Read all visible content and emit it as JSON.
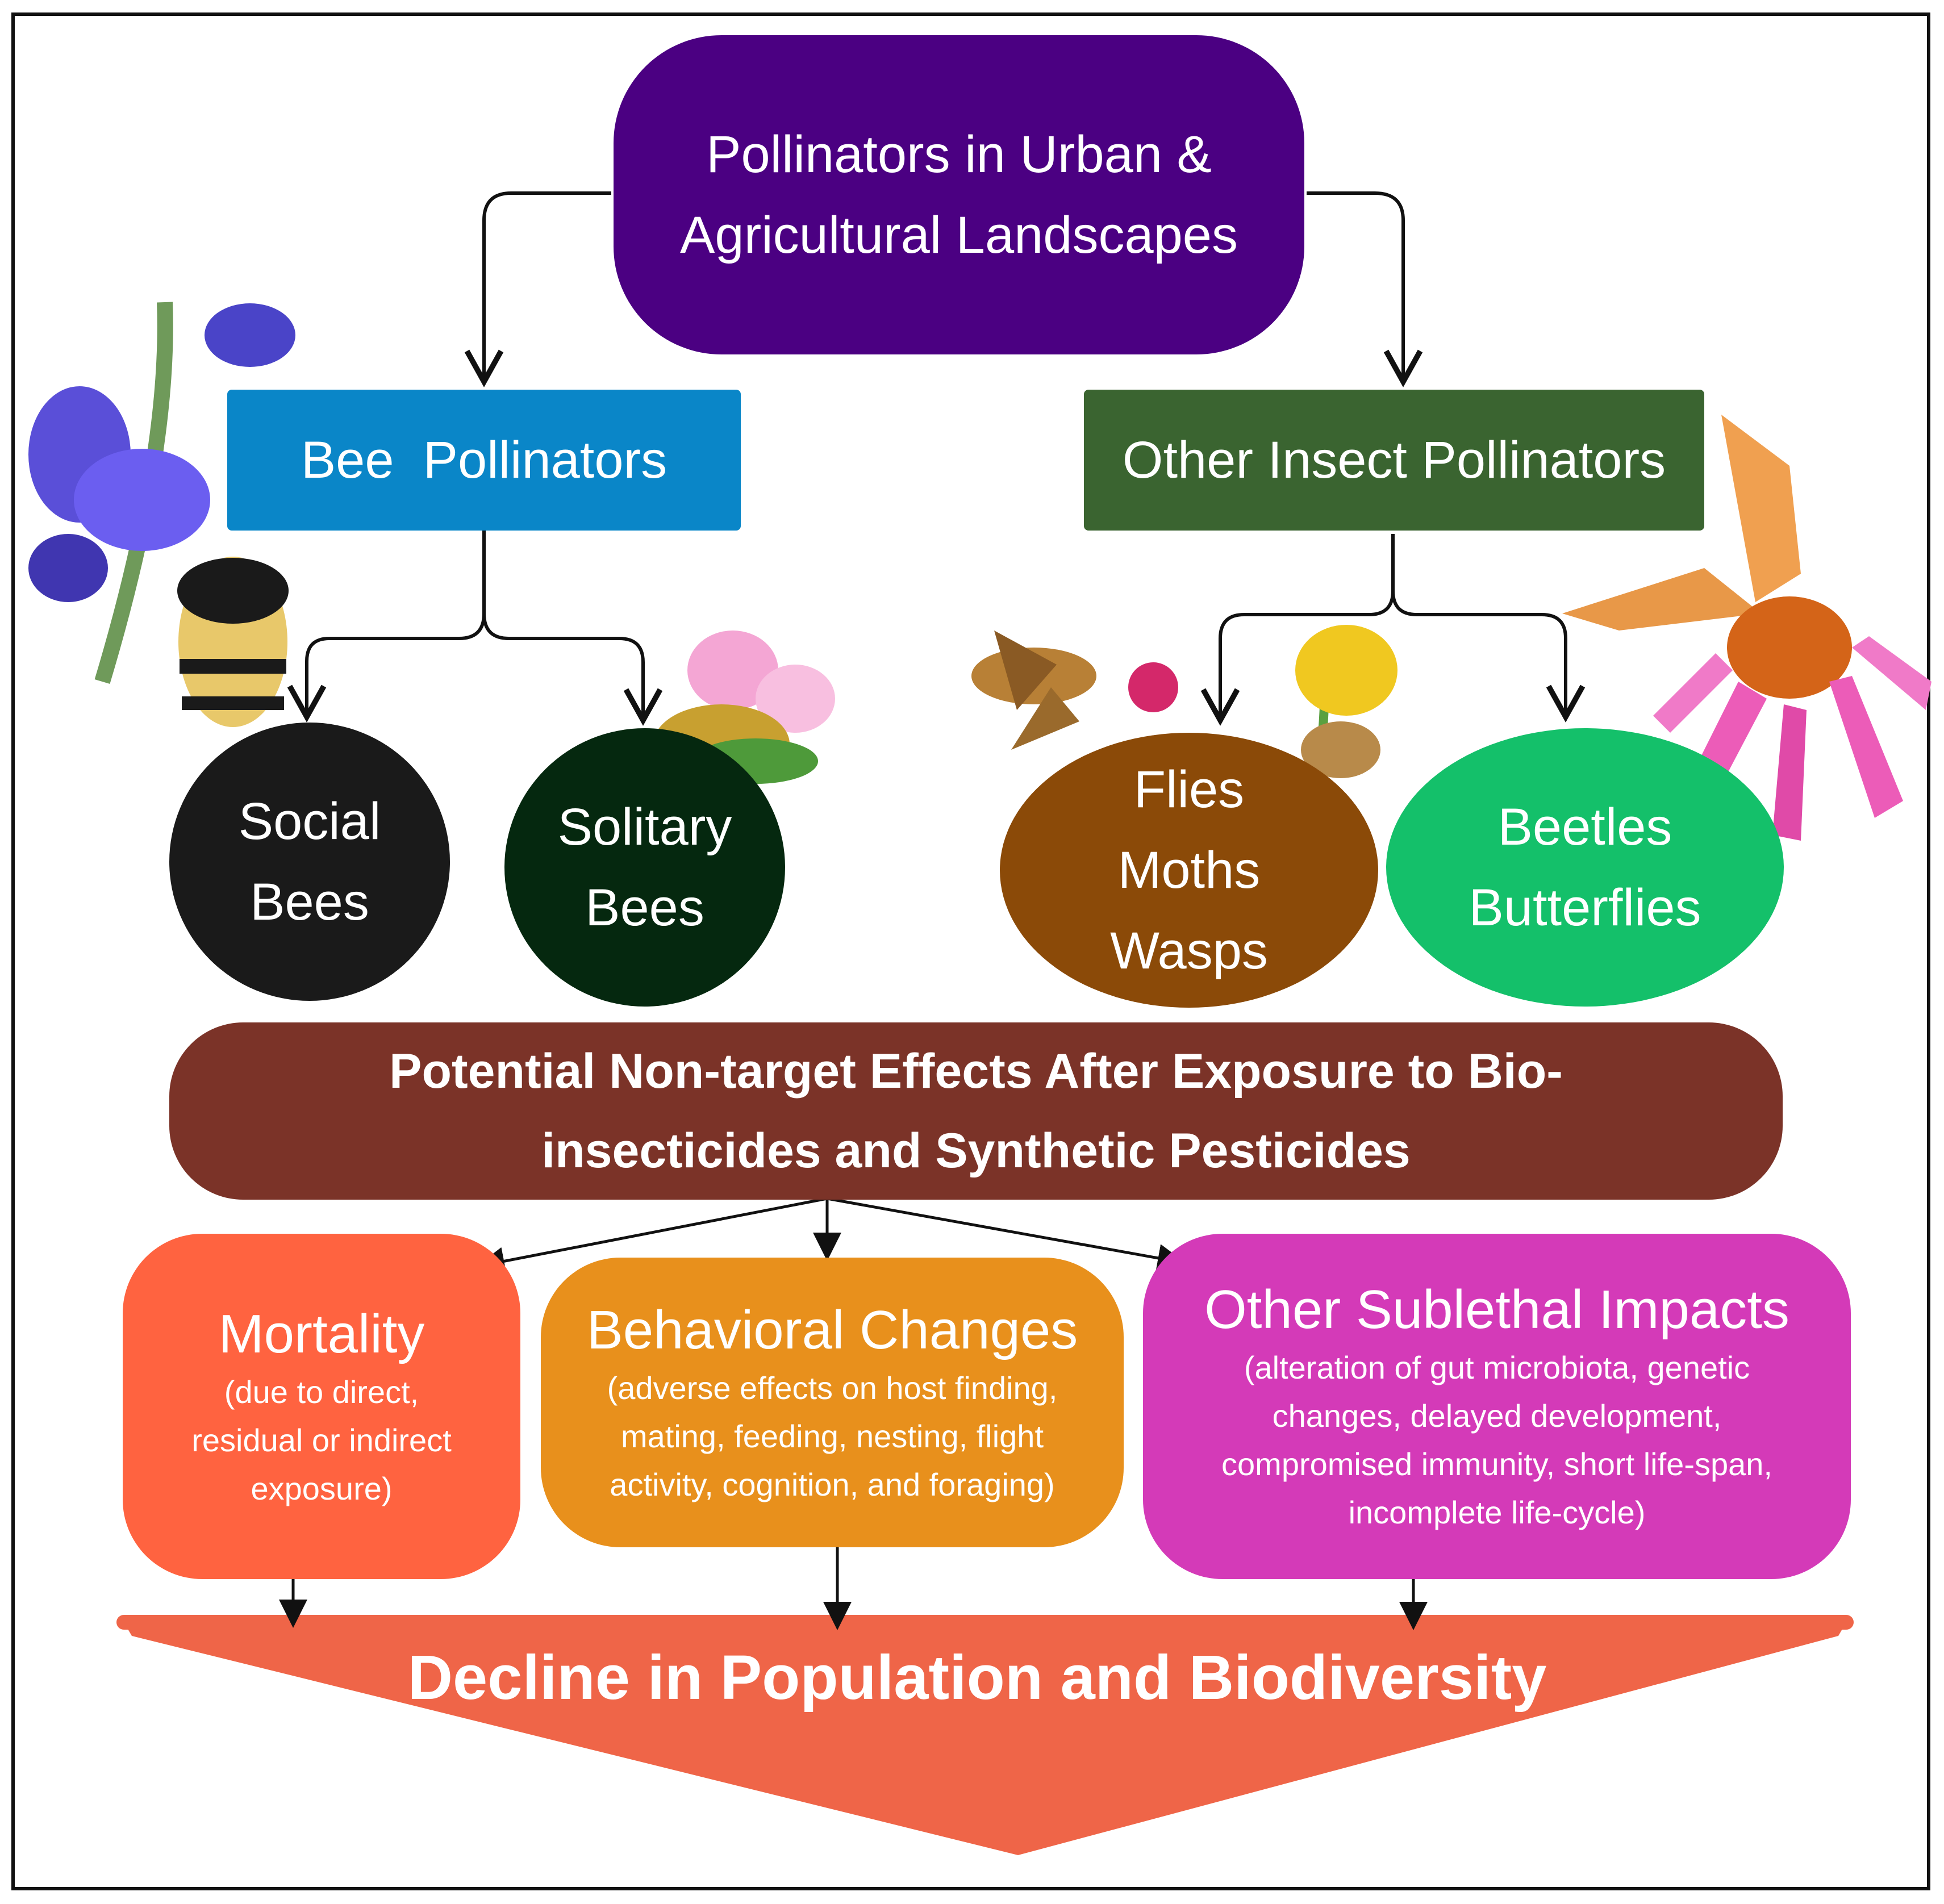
{
  "diagram": {
    "root": {
      "line1": "Pollinators in Urban &",
      "line2": "Agricultural Landscapes"
    },
    "bee_pollinators": "Bee  Pollinators",
    "other_pollinators": "Other Insect Pollinators",
    "social_bees": {
      "line1": "Social",
      "line2": "Bees"
    },
    "solitary_bees": {
      "line1": "Solitary",
      "line2": "Bees"
    },
    "flies_group": {
      "line1": "Flies",
      "line2": "Moths",
      "line3": "Wasps"
    },
    "beetles_group": {
      "line1": "Beetles",
      "line2": "Butterflies"
    },
    "effects": {
      "line1": "Potential Non-target Effects After Exposure to Bio-",
      "line2": "insecticides and Synthetic Pesticides"
    },
    "mortality": {
      "title": "Mortality",
      "d1": "(due to direct,",
      "d2": "residual or indirect",
      "d3": "exposure)"
    },
    "behavioral": {
      "title": "Behavioral Changes",
      "d1": "(adverse effects on host finding,",
      "d2": "mating, feeding, nesting, flight",
      "d3": "activity, cognition, and foraging)"
    },
    "sublethal": {
      "title": "Other Sublethal Impacts",
      "d1": "(alteration of gut microbiota, genetic",
      "d2": "changes, delayed development,",
      "d3": "compromised immunity, short life-span,",
      "d4": "incomplete life-cycle)"
    },
    "decline": "Decline in Population and Biodiversity"
  },
  "colors": {
    "root": "#4b0082",
    "bee": "#0a86c8",
    "other": "#3a6430",
    "social": "#1a1a1a",
    "solitary": "#05280f",
    "flies": "#8b4a08",
    "beetles": "#14c06a",
    "effects": "#7b3328",
    "mortality": "#ff6340",
    "behavioral": "#e8901c",
    "sublethal": "#d43ab8",
    "decline": "#ef6548"
  },
  "icons": [
    "flower-bumblebee-photo",
    "sweat-bee-photo",
    "moth-photo",
    "fly-photo",
    "butterfly-coneflower-photo"
  ]
}
